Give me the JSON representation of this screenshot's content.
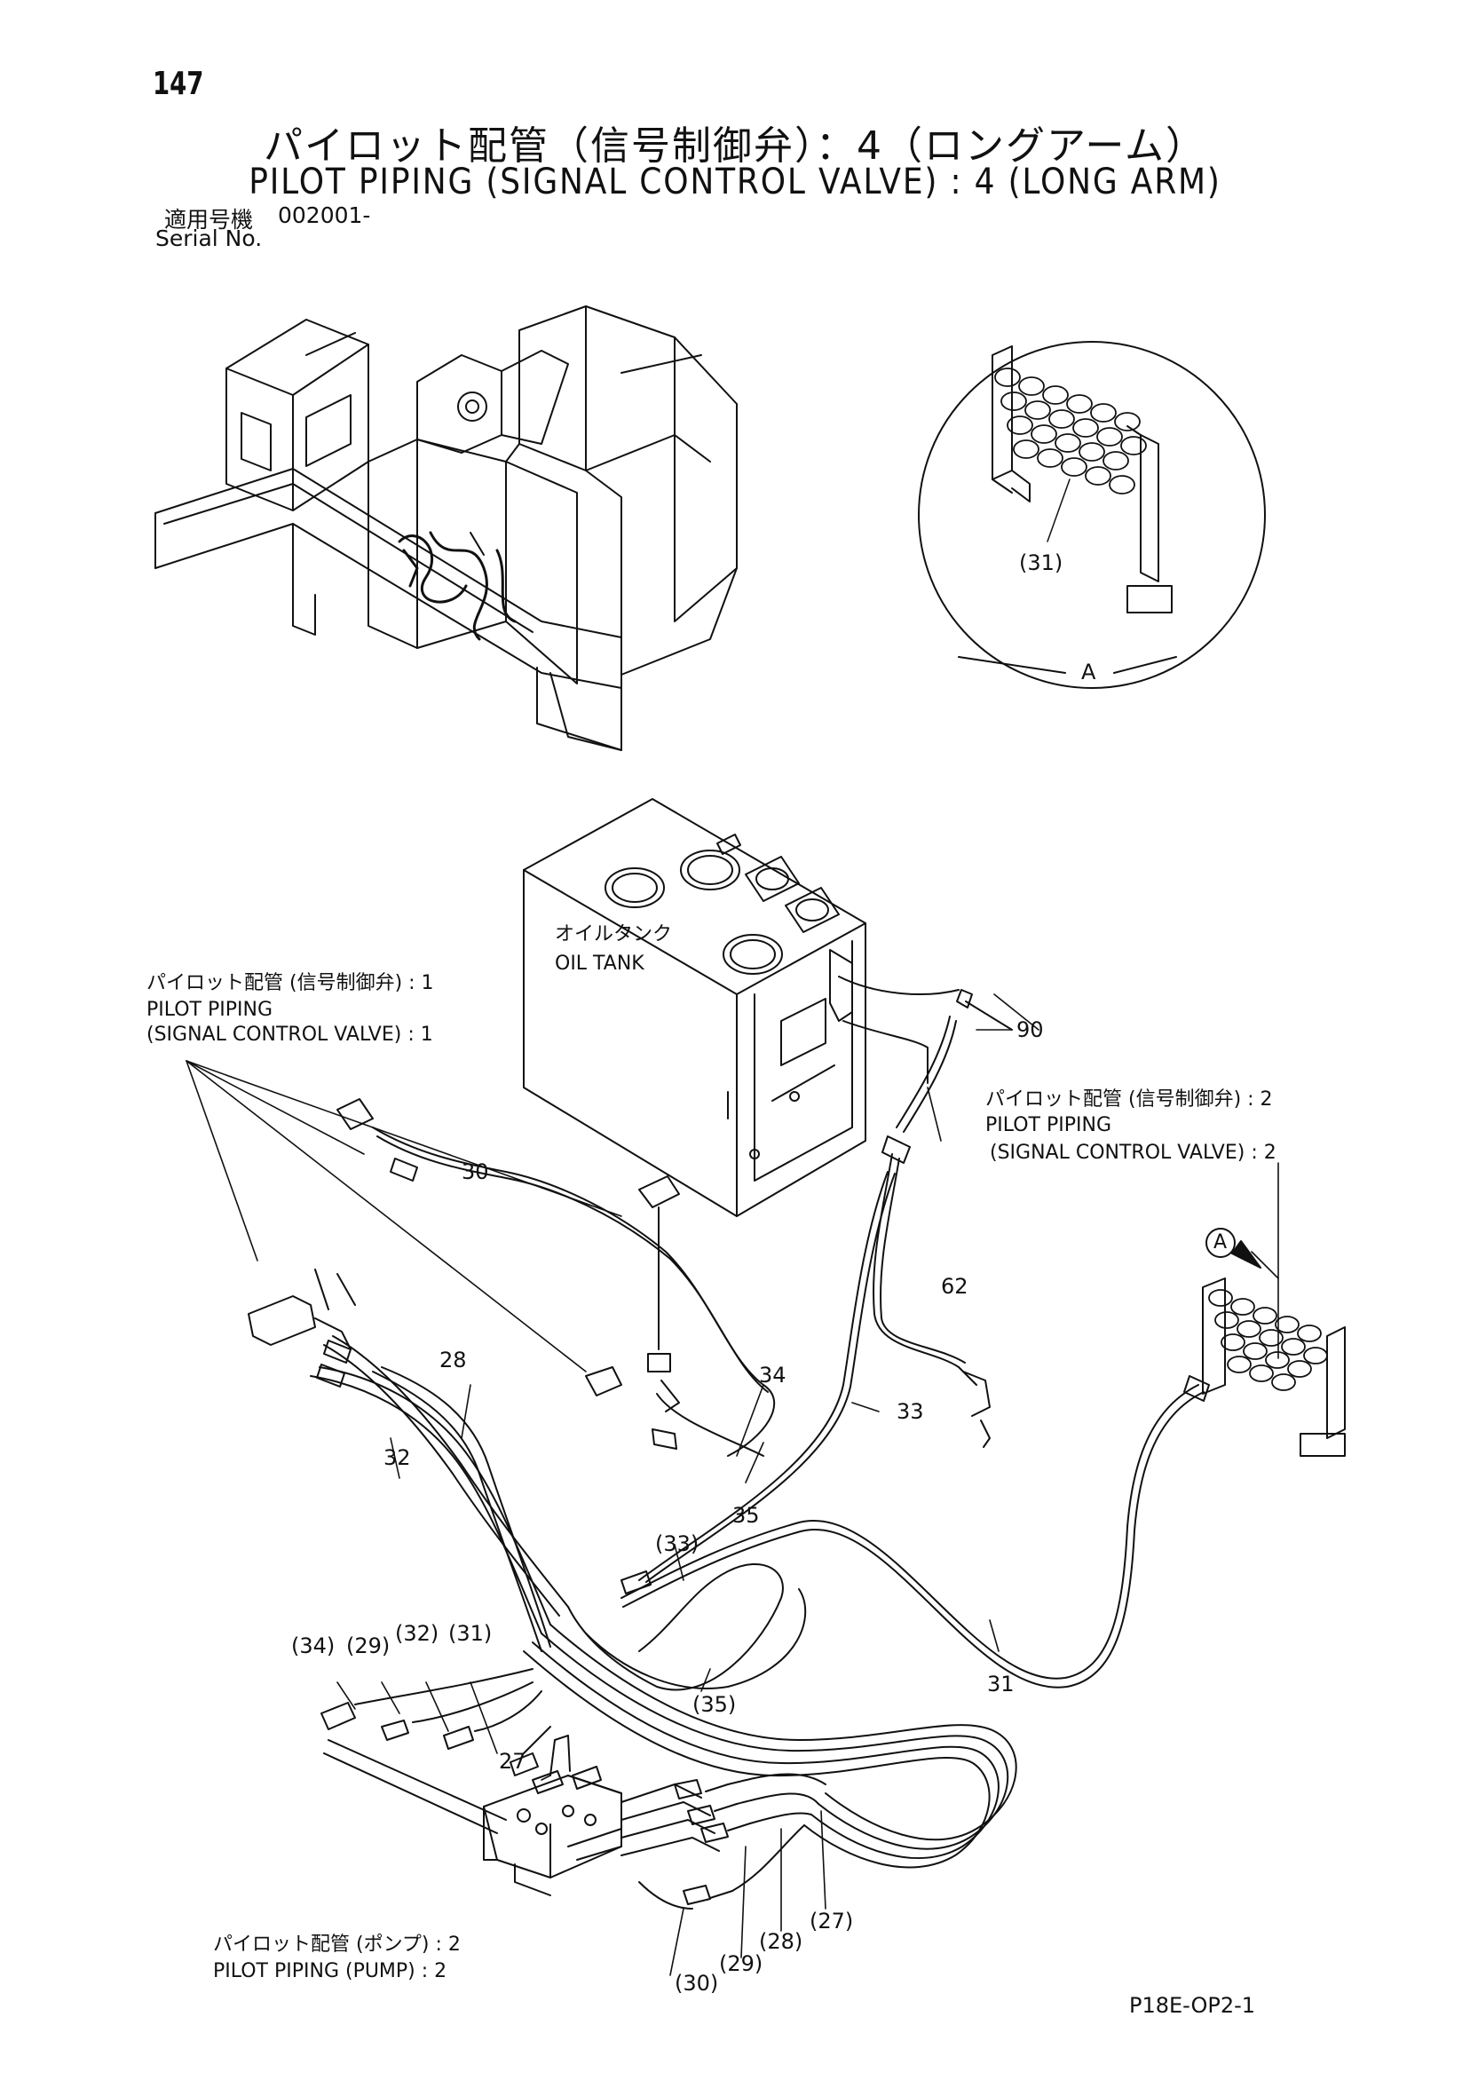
{
  "header": {
    "page_number": "147",
    "title_jp": "パイロット配管（信号制御弁）：4（ロングアーム）",
    "title_en": "PILOT PIPING (SIGNAL CONTROL VALVE) : 4 (LONG ARM)",
    "serial_label_jp": "適用号機",
    "serial_value": "002001-",
    "serial_label_en": "Serial No."
  },
  "detail": {
    "callout": "(31)",
    "label": "A",
    "marker": "A"
  },
  "notes": {
    "oil_tank_jp": "オイルタンク",
    "oil_tank_en": "OIL TANK",
    "ref1_jp": "パイロット配管 (信号制御弁) : 1",
    "ref1_en1": "PILOT PIPING",
    "ref1_en2": "(SIGNAL CONTROL VALVE) : 1",
    "ref2_jp": "パイロット配管 (信号制御弁) : 2",
    "ref2_en1": "PILOT PIPING",
    "ref2_en2": "(SIGNAL CONTROL VALVE) : 2",
    "pump_jp": "パイロット配管 (ポンプ) : 2",
    "pump_en": "PILOT PIPING (PUMP) : 2"
  },
  "callouts": {
    "p90": "90",
    "p30": "30",
    "p62": "62",
    "p28": "28",
    "p34": "34",
    "p32": "32",
    "p33": "33",
    "p35": "35",
    "p33b": "(33)",
    "p34b": "(34)",
    "p29b": "(29)",
    "p32b": "(32)",
    "p31b": "(31)",
    "p35b": "(35)",
    "p27": "27",
    "p31": "31",
    "p27b": "(27)",
    "p28b": "(28)",
    "p29c": "(29)",
    "p30b": "(30)"
  },
  "footer": {
    "doc_code": "P18E-OP2-1"
  }
}
